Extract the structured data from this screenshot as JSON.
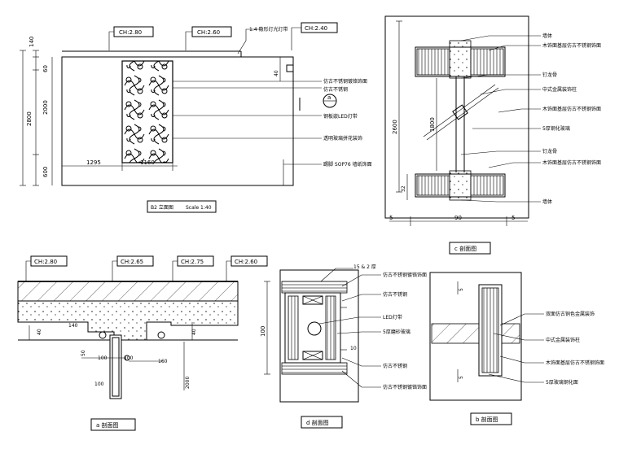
{
  "elevation": {
    "ch_labels": [
      "CH:2.80",
      "CH:2.60",
      "CH:2.40"
    ],
    "top_note": "1.4 隐形灯光灯带",
    "v_dims": [
      "140",
      "60",
      "2800",
      "2000",
      "600"
    ],
    "h_dims": [
      "1295",
      "1160"
    ],
    "small_dim": "40",
    "section_mark": "a",
    "callouts": [
      "仿古不锈钢镀铬饰面",
      "仿古不锈钢",
      "钢板嵌LED灯带",
      "透明玻璃拼花装饰",
      "踢脚 SOP76 墙纸饰面"
    ],
    "title": "B2 立面图",
    "scale": "Scale 1:40"
  },
  "section_c": {
    "callouts": [
      "墙体",
      "木饰面基层仿古不锈钢饰面",
      "钉龙骨",
      "中式金属装饰柱",
      "木饰面基层仿古不锈钢饰面",
      "5厚钢化玻璃",
      "钉龙骨",
      "木饰面基层仿古不锈钢饰面",
      "墙体"
    ],
    "dims": [
      "2600",
      "1800",
      "32",
      "5",
      "90",
      "5"
    ],
    "title": "c 剖面图"
  },
  "section_a": {
    "ch_labels": [
      "CH:2.80",
      "CH:2.65",
      "CH:2.75",
      "CH:2.60"
    ],
    "dims": [
      "40",
      "140",
      "100",
      "100",
      "160",
      "2000",
      "50",
      "100",
      "40"
    ],
    "title": "a 剖面图"
  },
  "section_d": {
    "top_note": "15 & 2 厚",
    "dim": "100",
    "callouts": [
      "仿古不锈钢镀铬饰面",
      "仿古不锈钢",
      "LED灯带",
      "5厚磨砂玻璃",
      "仿古不锈钢",
      "仿古不锈钢镀铬饰面"
    ],
    "small_dim": "10",
    "title": "d 剖面图"
  },
  "section_b": {
    "dims": [
      "5",
      "5"
    ],
    "callouts": [
      "双面仿古铜色金属装饰",
      "中式金属装饰柱",
      "木饰面基层仿古不锈钢饰面",
      "5厚玻璃钢化面"
    ],
    "title": "b 剖面图"
  }
}
